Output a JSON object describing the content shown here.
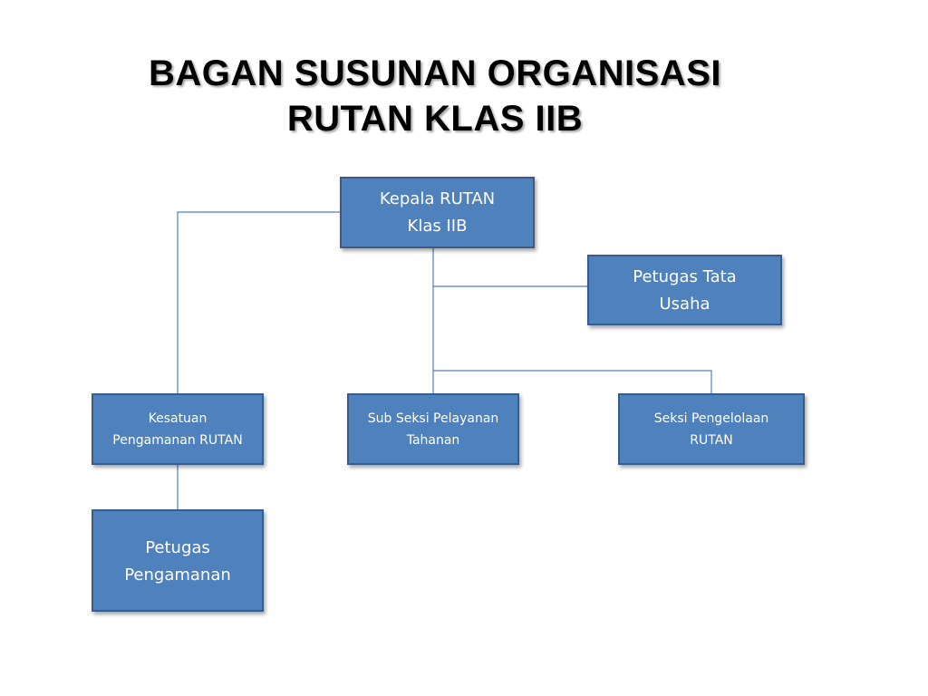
{
  "title": {
    "line1": "BAGAN SUSUNAN ORGANISASI",
    "line2": "RUTAN KLAS IIB"
  },
  "colors": {
    "box_fill": "#4f81bd",
    "box_border": "#385d8a",
    "connector": "#4f81bd",
    "box_text": "#ffffff",
    "title_text": "#000000"
  },
  "nodes": {
    "kepala": {
      "line1": "Kepala RUTAN",
      "line2": "Klas IIB"
    },
    "tata_usaha": {
      "line1": "Petugas Tata",
      "line2": "Usaha"
    },
    "kesatuan": {
      "line1": "Kesatuan",
      "line2": "Pengamanan RUTAN"
    },
    "sub_seksi": {
      "line1": "Sub Seksi Pelayanan",
      "line2": "Tahanan"
    },
    "seksi": {
      "line1": "Seksi Pengelolaan",
      "line2": "RUTAN"
    },
    "petugas_pengamanan": {
      "line1": "Petugas",
      "line2": "Pengamanan"
    }
  },
  "edges": [
    {
      "from": "kepala",
      "to": "kesatuan"
    },
    {
      "from": "kepala",
      "to": "tata_usaha"
    },
    {
      "from": "kepala",
      "to": "sub_seksi"
    },
    {
      "from": "kepala",
      "to": "seksi"
    },
    {
      "from": "kesatuan",
      "to": "petugas_pengamanan"
    }
  ]
}
